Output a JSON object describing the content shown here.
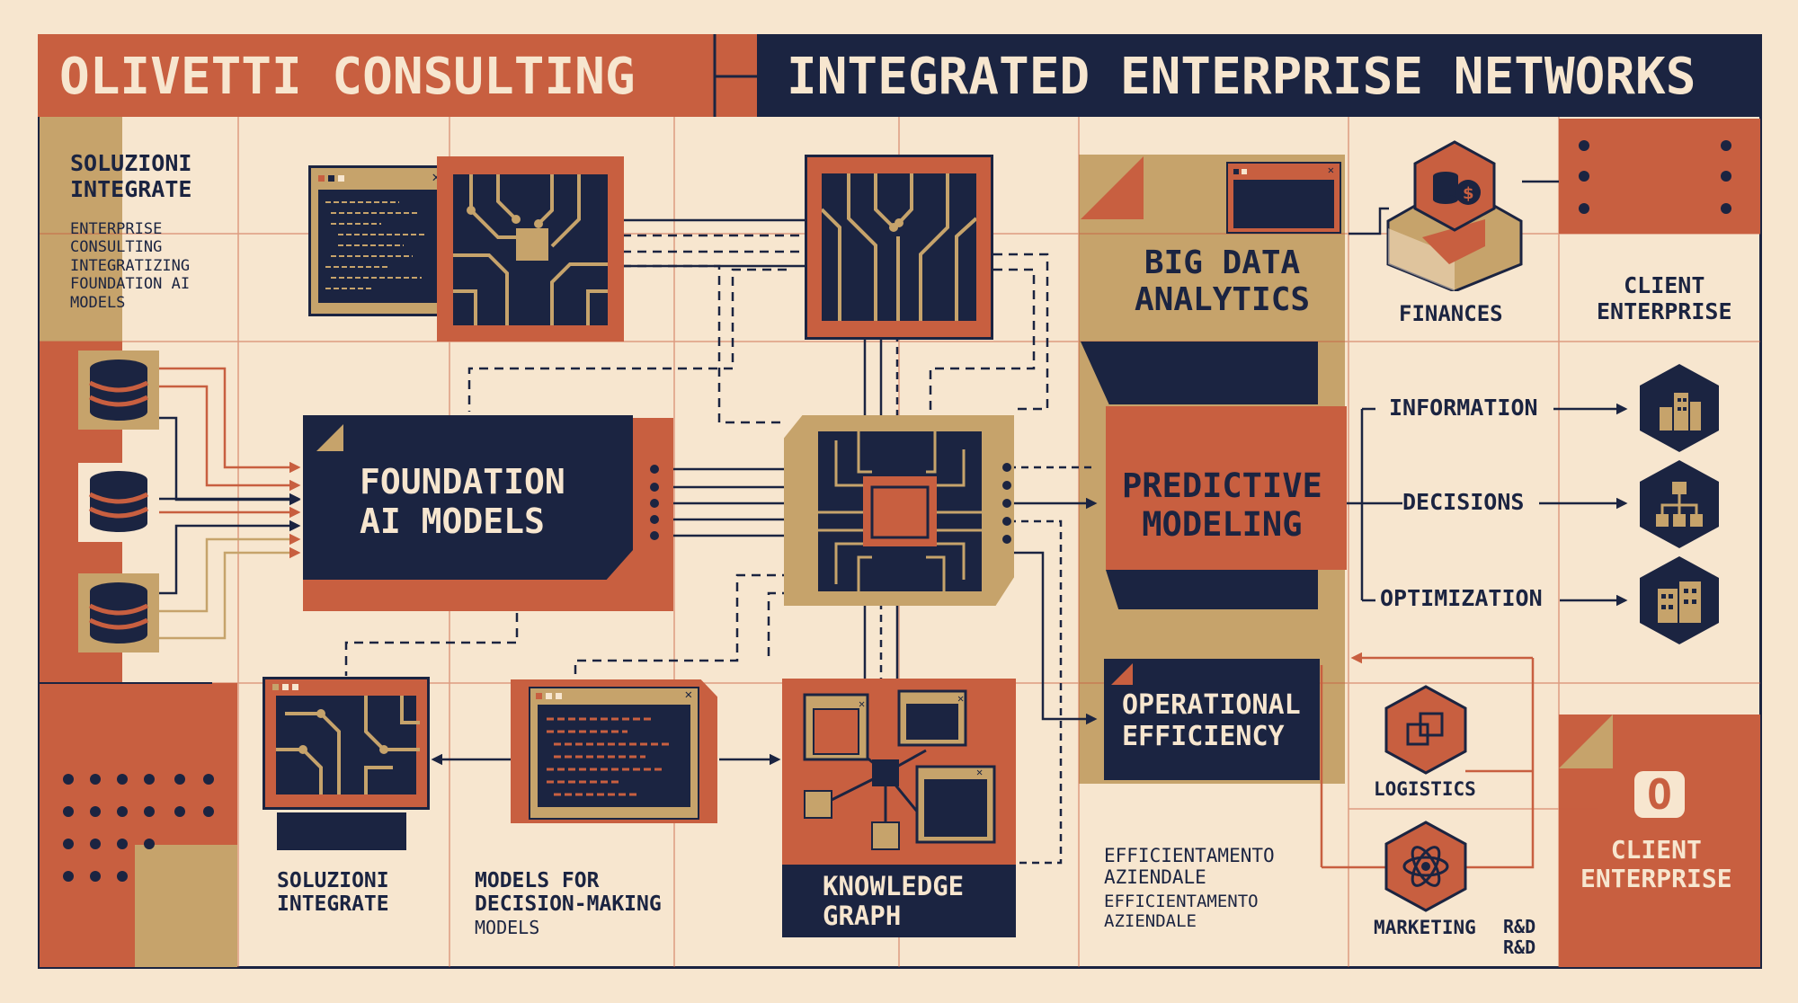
{
  "header": {
    "left_title": "OLIVETTI CONSULTING",
    "right_title": "INTEGRATED ENTERPRISE NETWORKS"
  },
  "intro": {
    "heading": "SOLUZIONI\nINTEGRATE",
    "body": "ENTERPRISE\nCONSULTING\nINTEGRATIZING\nFOUNDATION AI\nMODELS"
  },
  "nodes": {
    "foundation": "FOUNDATION\nAI MODELS",
    "big_data": "BIG DATA\nANALYTICS",
    "predictive": "PREDICTIVE\nMODELING",
    "operational": "OPERATIONAL\nEFFICIENCY",
    "knowledge": "KNOWLEDGE\nGRAPH"
  },
  "captions": {
    "soluzioni": "SOLUZIONI\nINTEGRATE",
    "models": "MODELS FOR\nDECISION-MAKING",
    "models_sub": "MODELS",
    "efficientamento": "EFFICIENTAMENTO\nAZIENDALE",
    "efficientamento_sub": "EFFICIENTAMENTO\nAZIENDALE"
  },
  "outputs": [
    "INFORMATION",
    "DECISIONS",
    "OPTIMIZATION"
  ],
  "departments": {
    "finances": "FINANCES",
    "logistics": "LOGISTICS",
    "marketing": "MARKETING",
    "rnd": "R&D\nR&D"
  },
  "client": {
    "top": "CLIENT\nENTERPRISE",
    "bottom": "CLIENT\nENTERPRISE",
    "badge": "O"
  },
  "colors": {
    "navy": "#1b2441",
    "terracotta": "#c85f40",
    "tan": "#c6a36b",
    "cream": "#f7e6cf"
  }
}
